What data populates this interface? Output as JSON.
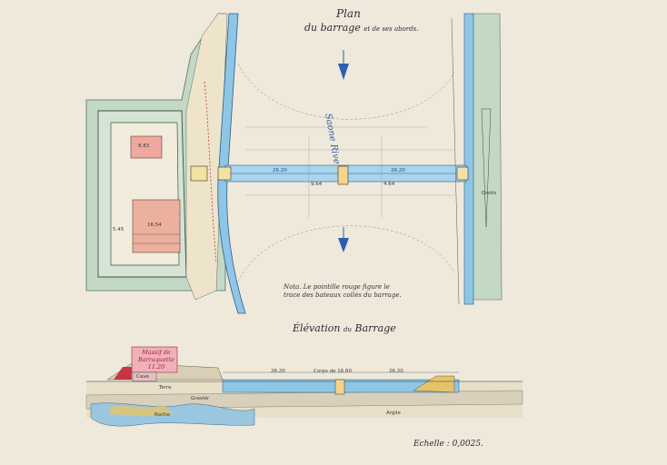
{
  "plan": {
    "title_line1": "Plan",
    "title_line2": "du barrage",
    "title_small": "et de ses abords."
  },
  "river_label": "Saone Rive",
  "note_line1": "Nota. Le pointille rouge figure le",
  "note_line2": "trace des bateaux collés du barrage.",
  "elevation": {
    "title": "Élévation",
    "title_small": "du",
    "title_end": "Barrage"
  },
  "massif_line1": "Massif de",
  "massif_line2": "Barraquette",
  "massif_value": "11.20",
  "scale": "Echelle : 0,0025.",
  "dimensions": {
    "left_span": "26.20",
    "right_span": "26.20",
    "center_left": "9.64",
    "center_right": "4.64",
    "building_top": "8.83",
    "building_bottom": "16.54",
    "left_side": "5.45",
    "elev_left": "26.20",
    "elev_right": "26.20",
    "elev_center": "Corps de 16.60",
    "gravier": "Gravier",
    "roche": "Roche",
    "argile": "Argile",
    "terre": "Terre",
    "cave": "Cave",
    "droits": "Droits"
  },
  "colors": {
    "paper": "#efe9dc",
    "land_green": "#bfd6c2",
    "water_blue": "#6fb4dc",
    "building_pink": "#e9a7a0",
    "red_ink": "#c73545",
    "dark_ink": "#2a2a33",
    "ochre": "#e4c46a"
  }
}
